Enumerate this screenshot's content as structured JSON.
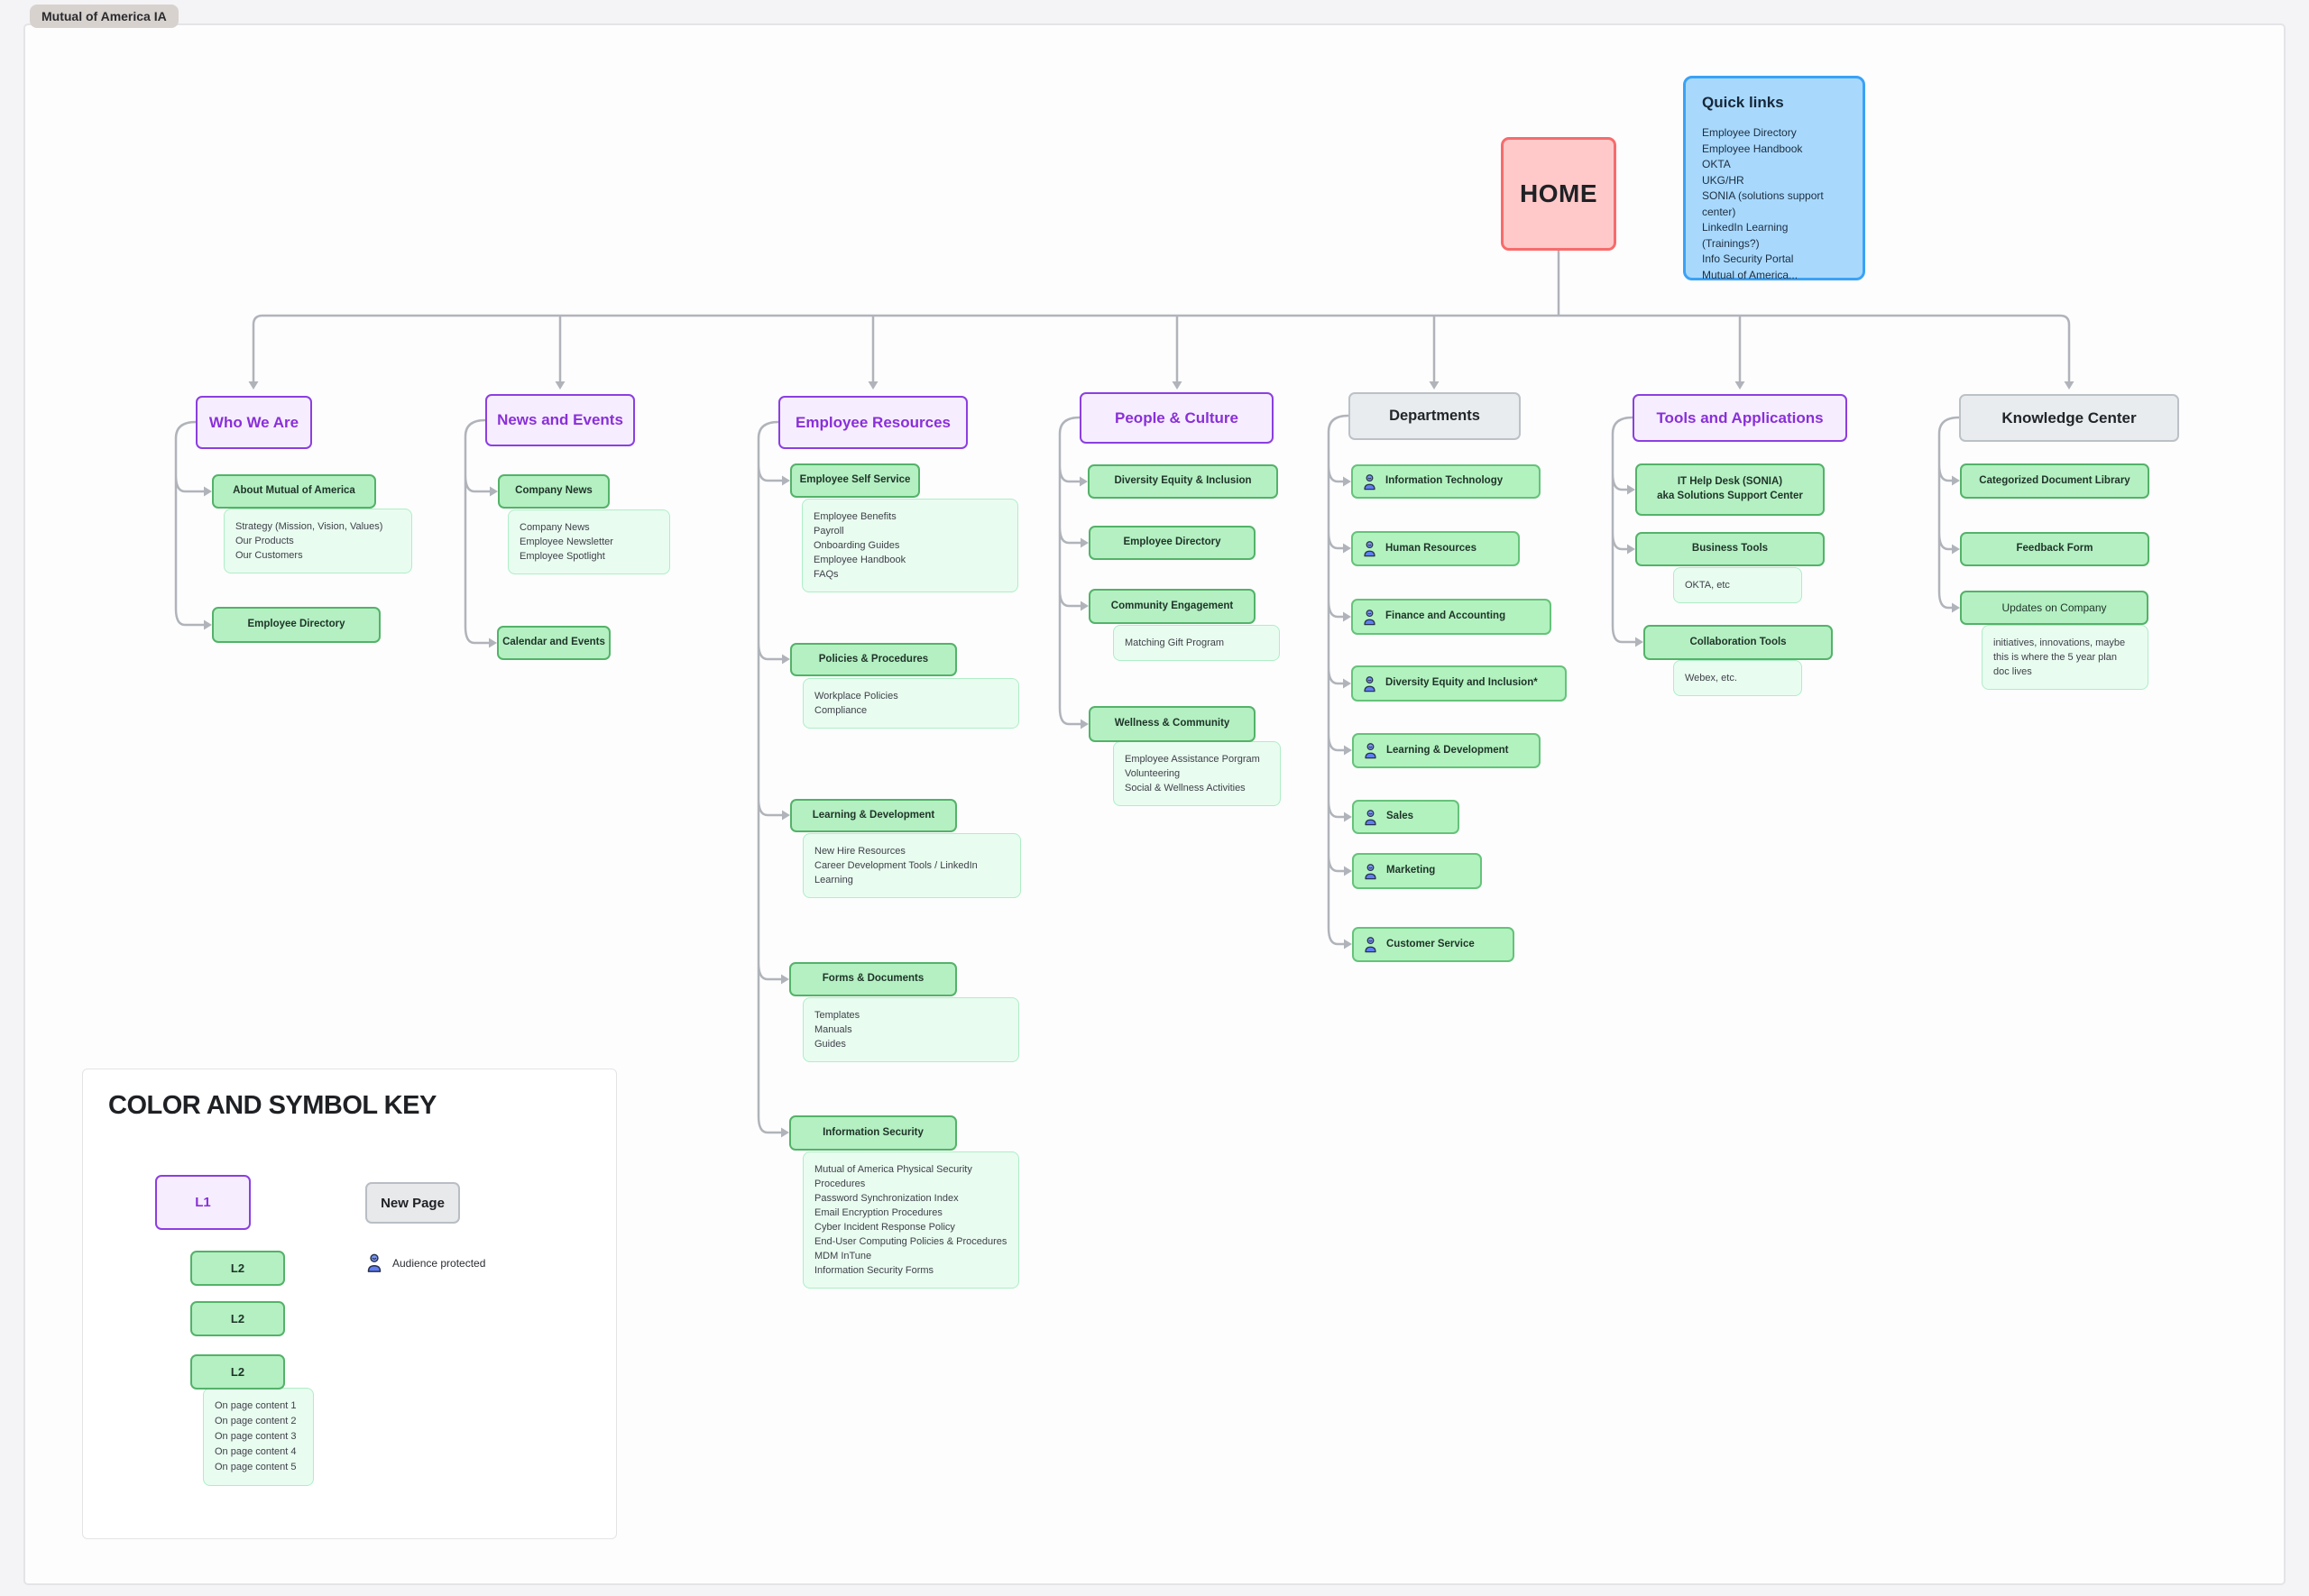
{
  "page": {
    "frame_label": "Mutual of America IA"
  },
  "colors": {
    "l1_border": "#8c3fe0",
    "l1_fill": "#f6eeff",
    "l1_text": "#8a2fd8",
    "l2_fill": "#b4f0c2",
    "l2_border": "#54b269",
    "content_fill": "#e9fcf0",
    "content_border": "#aeeec6",
    "gray_fill": "#e9ecef",
    "gray_border": "#bcc1c6",
    "home_fill": "#ffc9c9",
    "home_border": "#f76b6b",
    "quick_fill": "#a8d9fd",
    "quick_border": "#3aa2f6",
    "connector": "#b0b4ba",
    "person_icon": "#5f7df5"
  },
  "home": {
    "label": "HOME"
  },
  "quick_links": {
    "title": "Quick links",
    "items": [
      "Employee Directory",
      "Employee Handbook",
      "OKTA",
      "UKG/HR",
      "SONIA (solutions support center)",
      "LinkedIn Learning (Trainings?)",
      "Info Security Portal",
      "Mutual of America..."
    ]
  },
  "columns": [
    {
      "label": "Who We Are",
      "children": [
        {
          "label": "About Mutual of America",
          "content": [
            "Strategy (Mission, Vision, Values)",
            "Our Products",
            "Our Customers"
          ]
        },
        {
          "label": "Employee Directory"
        }
      ]
    },
    {
      "label": "News and Events",
      "children": [
        {
          "label": "Company News",
          "content": [
            "Company News",
            "Employee Newsletter",
            "Employee Spotlight"
          ]
        },
        {
          "label": "Calendar and Events"
        }
      ]
    },
    {
      "label": "Employee Resources",
      "children": [
        {
          "label": "Employee Self Service",
          "content": [
            "Employee Benefits",
            "Payroll",
            "Onboarding Guides",
            "Employee Handbook",
            "FAQs"
          ]
        },
        {
          "label": "Policies & Procedures",
          "content": [
            "Workplace Policies",
            "Compliance"
          ]
        },
        {
          "label": "Learning & Development",
          "content": [
            "New Hire Resources",
            "Career Development Tools / LinkedIn Learning"
          ]
        },
        {
          "label": "Forms & Documents",
          "content": [
            "Templates",
            "Manuals",
            "Guides"
          ]
        },
        {
          "label": "Information Security",
          "content": [
            "Mutual of America Physical Security",
            "Procedures",
            "Password Synchronization Index",
            "Email Encryption Procedures",
            "Cyber Incident Response Policy",
            "End-User Computing Policies & Procedures",
            "MDM InTune",
            "Information Security Forms"
          ]
        }
      ]
    },
    {
      "label": "People & Culture",
      "children": [
        {
          "label": "Diversity Equity & Inclusion"
        },
        {
          "label": "Employee Directory"
        },
        {
          "label": "Community Engagement",
          "content": [
            "Matching Gift Program"
          ]
        },
        {
          "label": "Wellness & Community",
          "content": [
            "Employee Assistance Porgram",
            "Volunteering",
            "Social & Wellness Activities"
          ]
        }
      ]
    },
    {
      "label": "Departments",
      "children": [
        {
          "label": "Information Technology"
        },
        {
          "label": "Human Resources"
        },
        {
          "label": "Finance and Accounting"
        },
        {
          "label": "Diversity Equity and Inclusion*"
        },
        {
          "label": "Learning & Development"
        },
        {
          "label": "Sales"
        },
        {
          "label": "Marketing"
        },
        {
          "label": "Customer Service"
        }
      ]
    },
    {
      "label": "Tools and Applications",
      "children": [
        {
          "label": "IT Help Desk (SONIA)\naka Solutions Support Center"
        },
        {
          "label": "Business Tools",
          "content": [
            "OKTA, etc"
          ]
        },
        {
          "label": "Collaboration Tools",
          "content": [
            "Webex, etc."
          ]
        }
      ]
    },
    {
      "label": "Knowledge Center",
      "children": [
        {
          "label": "Categorized Document Library"
        },
        {
          "label": "Feedback Form"
        },
        {
          "label": "Updates on Company",
          "content": [
            "initiatives, innovations, maybe",
            "this is where the 5 year plan",
            "doc lives"
          ]
        }
      ]
    }
  ],
  "key": {
    "title": "COLOR AND SYMBOL KEY",
    "l1_label": "L1",
    "l2_label": "L2",
    "new_page_label": "New Page",
    "audience_label": "Audience protected",
    "content": [
      "On page content 1",
      "On page content 2",
      "On page content 3",
      "On page content 4",
      "On page content 5"
    ]
  }
}
